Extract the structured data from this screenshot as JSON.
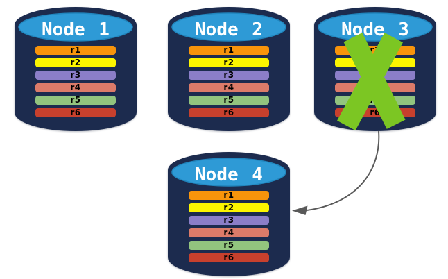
{
  "nodes": [
    {
      "title": "Node 1",
      "rows": [
        "r1",
        "r2",
        "r3",
        "r4",
        "r5",
        "r6"
      ]
    },
    {
      "title": "Node 2",
      "rows": [
        "r1",
        "r2",
        "r3",
        "r4",
        "r5",
        "r6"
      ]
    },
    {
      "title": "Node 3",
      "rows": [
        "r1",
        "r2",
        "r3",
        "r4",
        "r5",
        "r6"
      ],
      "status": "failed"
    },
    {
      "title": "Node 4",
      "rows": [
        "r1",
        "r2",
        "r3",
        "r4",
        "r5",
        "r6"
      ]
    }
  ],
  "colors": {
    "cylinder_body": "#1C2B4E",
    "cylinder_top": "#2E9AD6",
    "cylinder_top_stroke": "#2186BE",
    "row_r1": "#F8940B",
    "row_r2": "#FCF500",
    "row_r3": "#8B7EC8",
    "row_r4": "#DC7B69",
    "row_r5": "#92C47E",
    "row_r6": "#C7402D",
    "failure_x": "#7CC623",
    "arrow": "#595959"
  },
  "annotations": {
    "failure_mark": "green X over Node 3",
    "failover_arrow": "curved arrow from bottom of Node 3 to right side of Node 4"
  }
}
